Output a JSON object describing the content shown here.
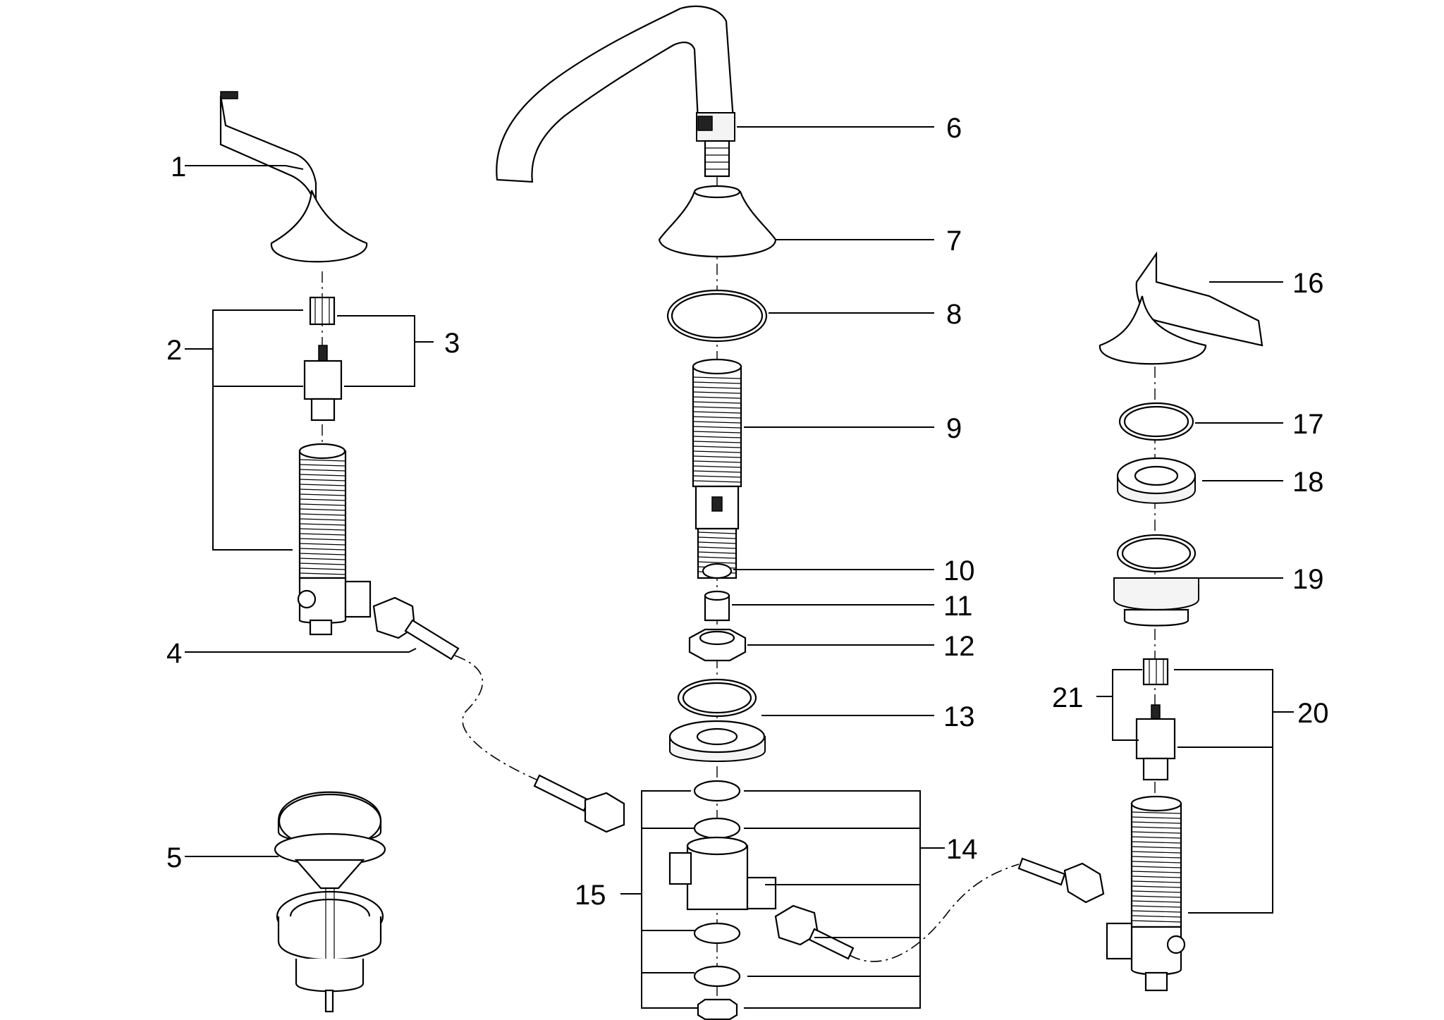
{
  "callouts": {
    "c1": "1",
    "c2": "2",
    "c3": "3",
    "c4": "4",
    "c5": "5",
    "c6": "6",
    "c7": "7",
    "c8": "8",
    "c9": "9",
    "c10": "10",
    "c11": "11",
    "c12": "12",
    "c13": "13",
    "c14": "14",
    "c15": "15",
    "c16": "16",
    "c17": "17",
    "c18": "18",
    "c19": "19",
    "c20": "20",
    "c21": "21"
  },
  "colors": {
    "line": "#000000",
    "background": "#ffffff"
  }
}
